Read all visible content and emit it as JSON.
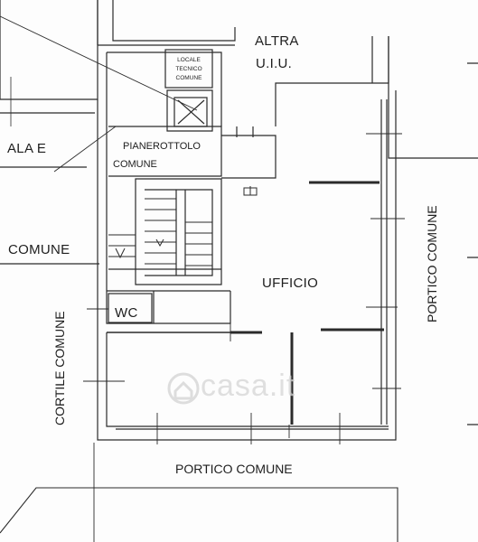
{
  "labels": {
    "altra_line1": "ALTRA",
    "altra_line2": "U.I.U.",
    "locale_line1": "LOCALE",
    "locale_line2": "TECNICO",
    "locale_line3": "COMUNE",
    "pianerottolo_line1": "PIANEROTTOLO",
    "pianerottolo_line2": "COMUNE",
    "scala": "ALA E",
    "comune_left": "COMUNE",
    "wc": "WC",
    "ufficio": "UFFICIO",
    "portico_right": "PORTICO COMUNE",
    "portico_bottom": "PORTICO COMUNE",
    "cortile": "CORTILE COMUNE"
  },
  "watermark": {
    "text": "casa.it",
    "color": "#d6d6d6"
  },
  "colors": {
    "wall": "#2a2a2a",
    "line": "#333333",
    "paper": "#fdfdfd"
  }
}
